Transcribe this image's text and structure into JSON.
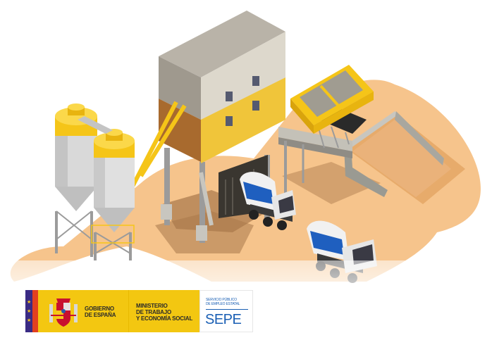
{
  "scene": {
    "description": "Isometric illustration of a concrete batching plant with two silos, a mixing tower, aggregate hopper, sand pile and two concrete mixer trucks",
    "colors": {
      "sand": "#f6c48c",
      "sand_dark": "#e7ab6b",
      "shadow": "#a8784a",
      "silo_yellow": "#f5c518",
      "silo_grey": "#d9d9d9",
      "tower_grey": "#b9b3a8",
      "tower_yellow": "#f0c53a",
      "tower_brown": "#a86a2e",
      "truck_blue": "#1f5fbf",
      "truck_white": "#f1f1f1",
      "steel": "#9b9b9b"
    }
  },
  "logo": {
    "government": {
      "line1": "GOBIERNO",
      "line2": "DE ESPAÑA"
    },
    "ministry": {
      "line1": "MINISTERIO",
      "line2": "DE TRABAJO",
      "line3": "Y ECONOMÍA SOCIAL"
    },
    "sepe": {
      "line1": "SERVICIO PÚBLICO",
      "line2": "DE EMPLEO ESTATAL",
      "acronym": "SEPE"
    },
    "colors": {
      "eu_blue": "#3a2b84",
      "red": "#e2401f",
      "yellow": "#f3c711",
      "sepe_blue": "#1a5fb4"
    }
  }
}
